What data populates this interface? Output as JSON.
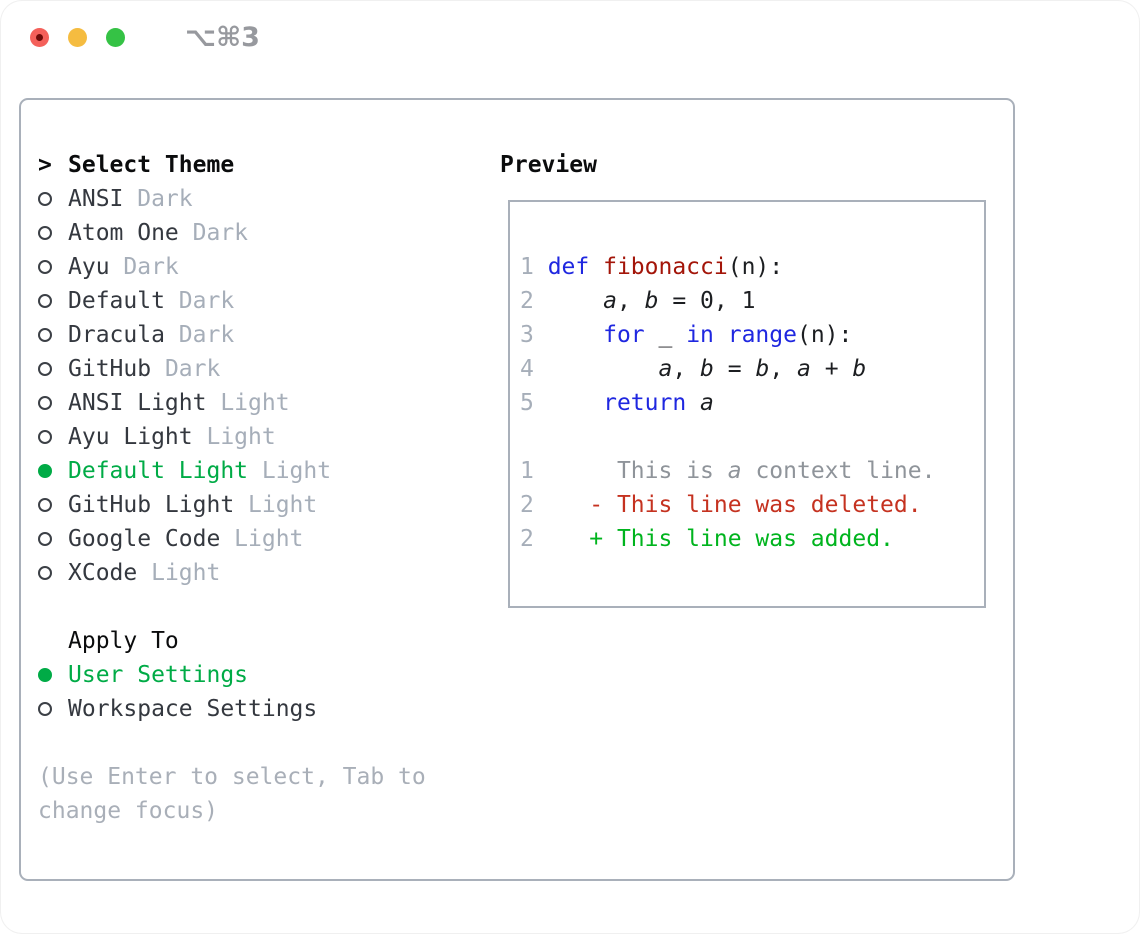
{
  "window": {
    "shortcut": "⌥⌘3"
  },
  "colors": {
    "frame_border": "#a9b0ba",
    "header_black": "#0b0c0d",
    "list_text": "#34383f",
    "muted": "#a6aeb9",
    "help": "#a9afb8",
    "selection_green": "#00ab46",
    "title_gray": "#97999e",
    "traffic_red": "#f4605a",
    "traffic_red_dot": "#6d0b09",
    "traffic_yellow": "#f5bc40",
    "traffic_green": "#35c245",
    "ln": "#a6aeb9",
    "kw": "#1f27e0",
    "fn": "#a31509",
    "pl": "#1c1e21",
    "ctx": "#8f949a",
    "del": "#c53220",
    "add": "#00b41e"
  },
  "theme_picker": {
    "header_prefix": ">",
    "header": "Select Theme",
    "themes": [
      {
        "name": "ANSI",
        "variant": "Dark",
        "selected": false
      },
      {
        "name": "Atom One",
        "variant": "Dark",
        "selected": false
      },
      {
        "name": "Ayu",
        "variant": "Dark",
        "selected": false
      },
      {
        "name": "Default",
        "variant": "Dark",
        "selected": false
      },
      {
        "name": "Dracula",
        "variant": "Dark",
        "selected": false
      },
      {
        "name": "GitHub",
        "variant": "Dark",
        "selected": false
      },
      {
        "name": "ANSI Light",
        "variant": "Light",
        "selected": false
      },
      {
        "name": "Ayu Light",
        "variant": "Light",
        "selected": false
      },
      {
        "name": "Default Light",
        "variant": "Light",
        "selected": true
      },
      {
        "name": "GitHub Light",
        "variant": "Light",
        "selected": false
      },
      {
        "name": "Google Code",
        "variant": "Light",
        "selected": false
      },
      {
        "name": "XCode",
        "variant": "Light",
        "selected": false
      }
    ],
    "apply_to": {
      "header": "Apply To",
      "options": [
        {
          "label": "User Settings",
          "selected": true
        },
        {
          "label": "Workspace Settings",
          "selected": false
        }
      ]
    },
    "help_lines": [
      "(Use Enter to select, Tab to",
      "change focus)"
    ]
  },
  "preview": {
    "title": "Preview",
    "lines": [
      [
        {
          "t": "1 ",
          "c": "ln"
        },
        {
          "t": "def ",
          "c": "kw"
        },
        {
          "t": "fibonacci",
          "c": "fn"
        },
        {
          "t": "(n):",
          "c": "pl"
        }
      ],
      [
        {
          "t": "2 ",
          "c": "ln"
        },
        {
          "t": "    ",
          "c": "pl"
        },
        {
          "t": "a",
          "c": "var"
        },
        {
          "t": ", ",
          "c": "pl"
        },
        {
          "t": "b",
          "c": "var"
        },
        {
          "t": " = 0, 1",
          "c": "pl"
        }
      ],
      [
        {
          "t": "3 ",
          "c": "ln"
        },
        {
          "t": "    ",
          "c": "pl"
        },
        {
          "t": "for ",
          "c": "kw"
        },
        {
          "t": "_ ",
          "c": "pl"
        },
        {
          "t": "in ",
          "c": "kw"
        },
        {
          "t": "range",
          "c": "kw"
        },
        {
          "t": "(n):",
          "c": "pl"
        }
      ],
      [
        {
          "t": "4 ",
          "c": "ln"
        },
        {
          "t": "        ",
          "c": "pl"
        },
        {
          "t": "a",
          "c": "var"
        },
        {
          "t": ", ",
          "c": "pl"
        },
        {
          "t": "b",
          "c": "var"
        },
        {
          "t": " = ",
          "c": "pl"
        },
        {
          "t": "b",
          "c": "var"
        },
        {
          "t": ", ",
          "c": "pl"
        },
        {
          "t": "a",
          "c": "var"
        },
        {
          "t": " + ",
          "c": "pl"
        },
        {
          "t": "b",
          "c": "var"
        }
      ],
      [
        {
          "t": "5 ",
          "c": "ln"
        },
        {
          "t": "    ",
          "c": "pl"
        },
        {
          "t": "return ",
          "c": "kw"
        },
        {
          "t": "a",
          "c": "var"
        }
      ],
      [],
      [
        {
          "t": "1 ",
          "c": "ln"
        },
        {
          "t": "     ",
          "c": "pl"
        },
        {
          "t": "This is ",
          "c": "ctx"
        },
        {
          "t": "a",
          "c": "ctxv"
        },
        {
          "t": " context line.",
          "c": "ctx"
        }
      ],
      [
        {
          "t": "2 ",
          "c": "ln"
        },
        {
          "t": "   ",
          "c": "pl"
        },
        {
          "t": "- This line was deleted.",
          "c": "del"
        }
      ],
      [
        {
          "t": "2 ",
          "c": "ln"
        },
        {
          "t": "   ",
          "c": "pl"
        },
        {
          "t": "+ This line was added.",
          "c": "add"
        }
      ]
    ]
  }
}
